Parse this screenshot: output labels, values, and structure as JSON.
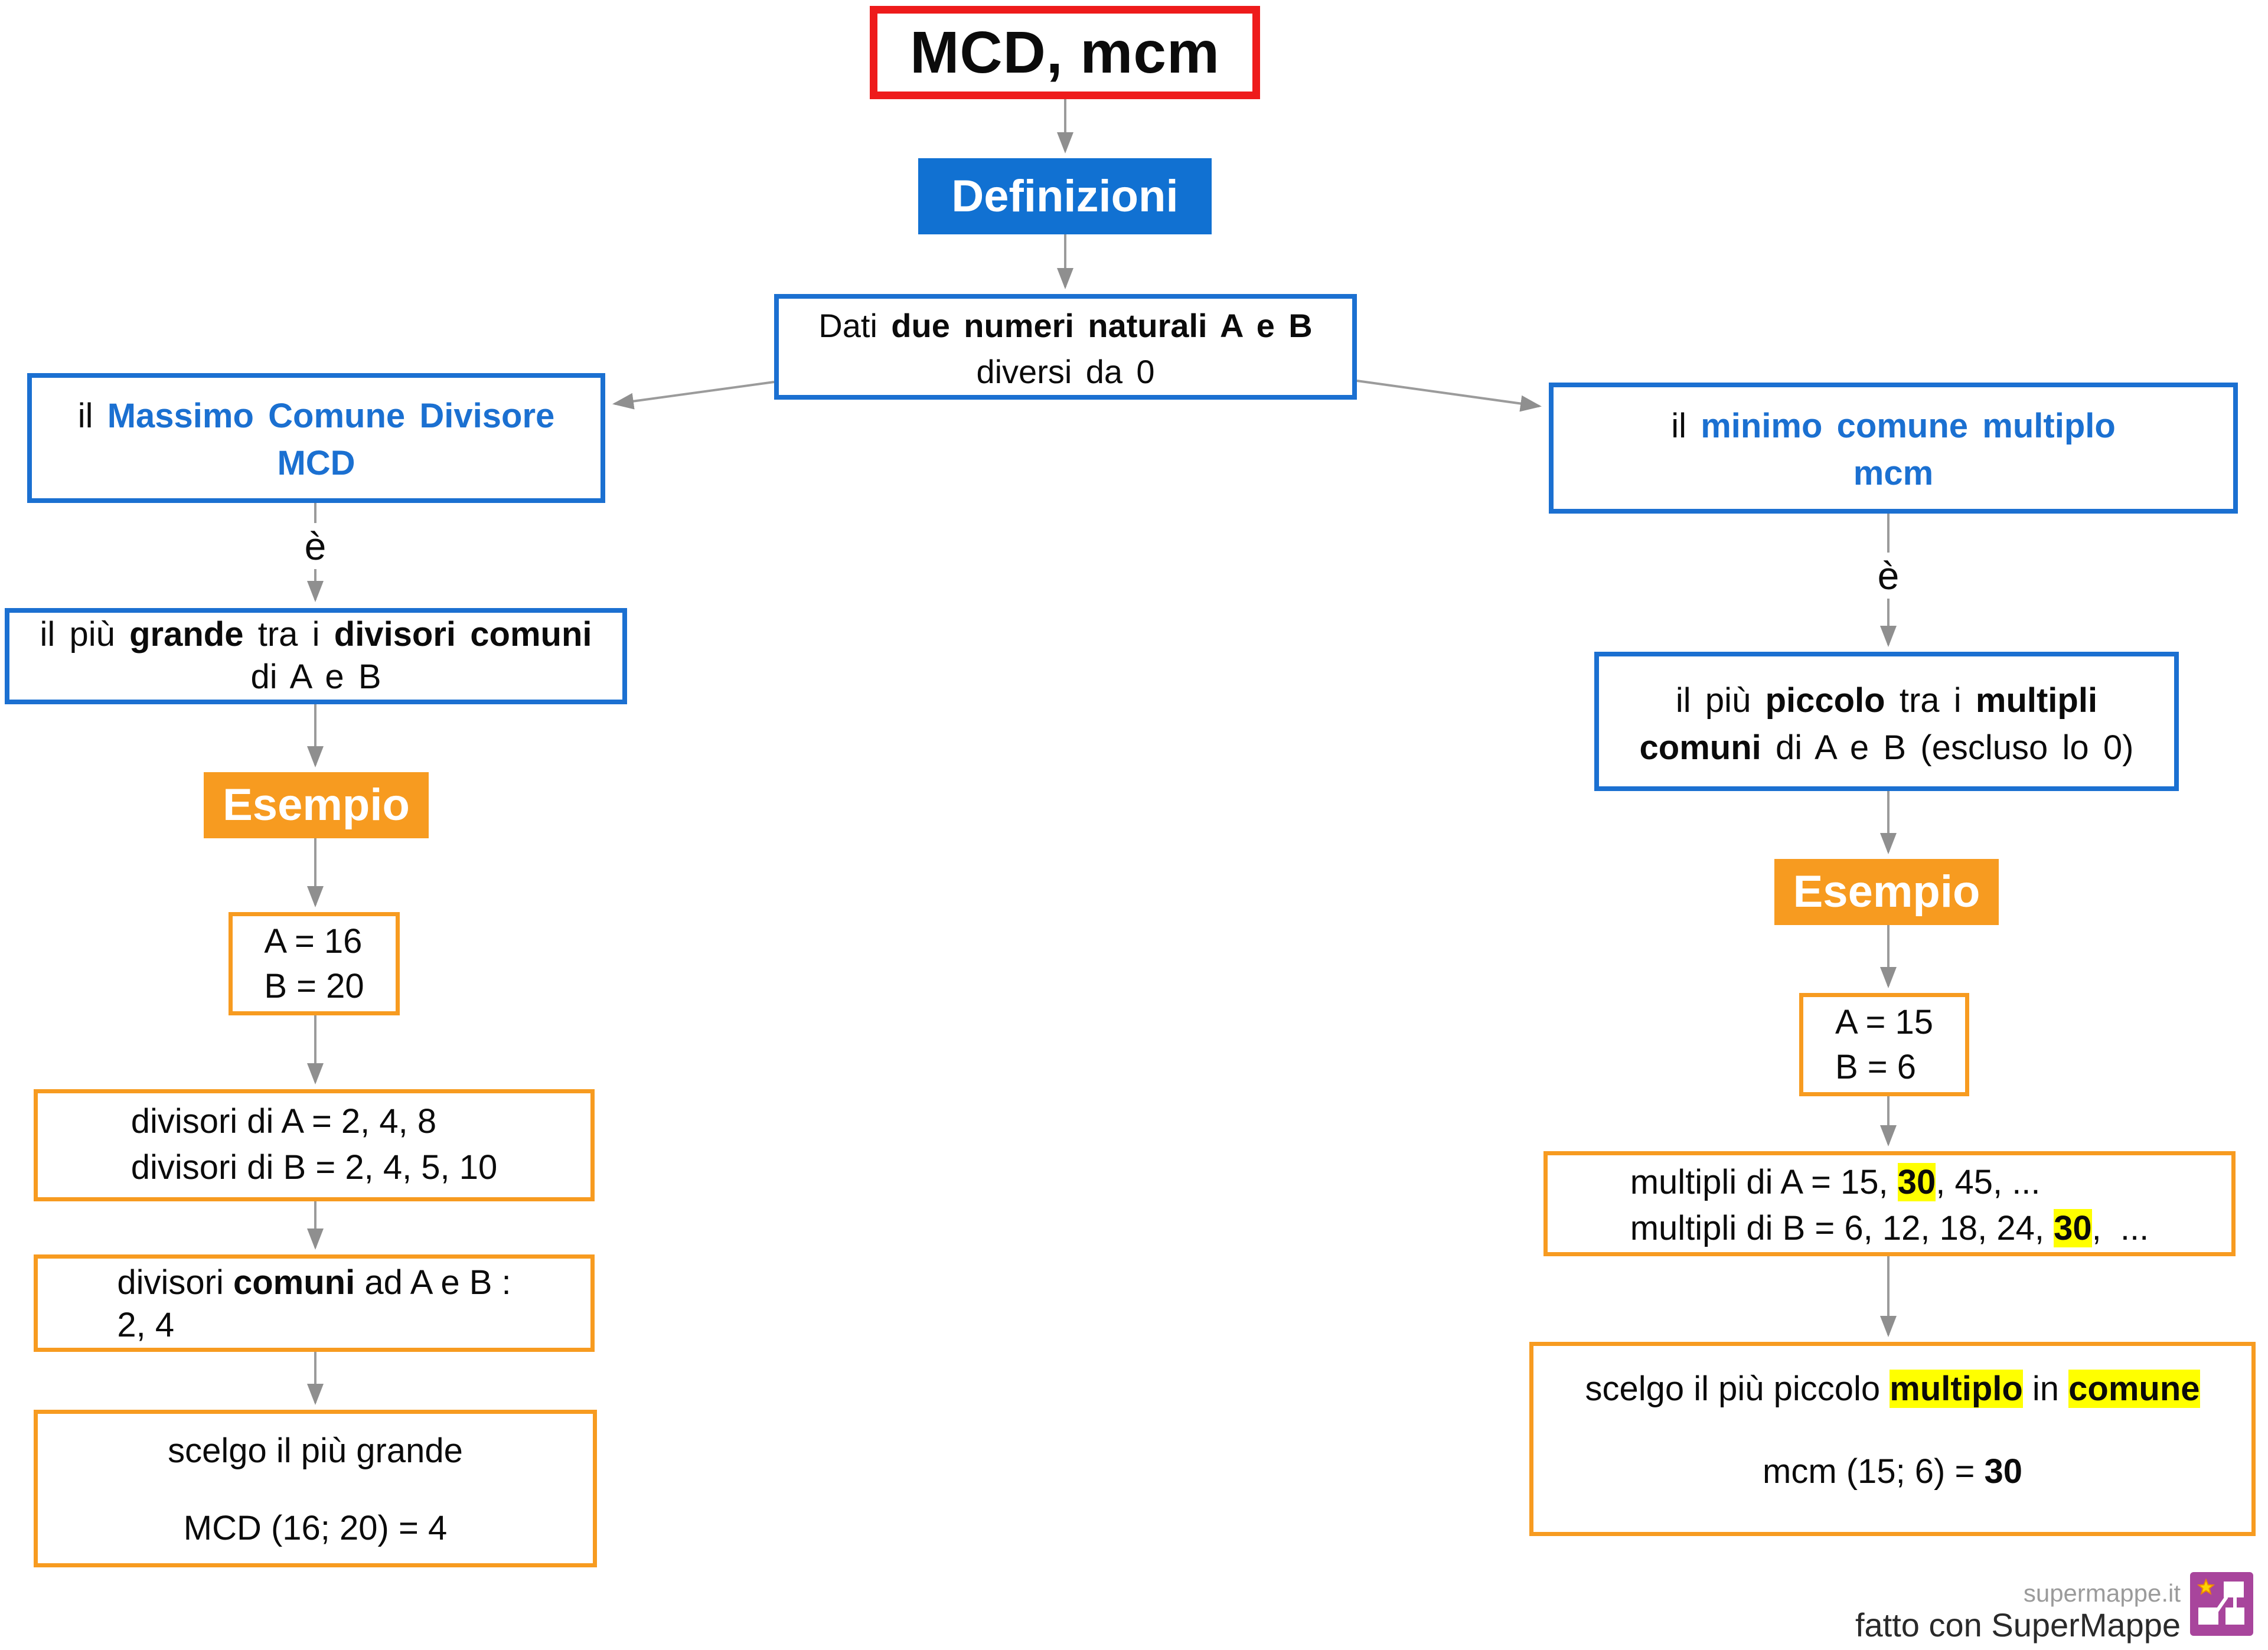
{
  "colors": {
    "red": "#ee1b1b",
    "blue": "#1b70d1",
    "blue_fill": "#1171d2",
    "orange": "#f79b20",
    "yellow": "#ffff00",
    "arrow": "#9b9b9b",
    "arrow_head": "#8f8f8f",
    "purple": "#a8459c",
    "footer_gray": "#9b9b9b",
    "footer_dark": "#2a2a2a",
    "ink": "#0b0b0b"
  },
  "title": "MCD, mcm",
  "definitions_badge": "Definizioni",
  "root_statement": {
    "line1": [
      {
        "t": "Dati "
      },
      {
        "t": "due numeri naturali A e B",
        "b": true
      }
    ],
    "line2": "diversi da 0"
  },
  "left_branch": {
    "concept": {
      "line1": [
        {
          "t": "il "
        },
        {
          "t": "Massimo Comune Divisore",
          "b": true,
          "c": "blue"
        }
      ],
      "line2": [
        {
          "t": "MCD",
          "b": true,
          "c": "blue"
        }
      ]
    },
    "connector_label": "è",
    "definition": {
      "line1": [
        {
          "t": "il più "
        },
        {
          "t": "grande",
          "b": true
        },
        {
          "t": " tra i "
        },
        {
          "t": "divisori comuni",
          "b": true
        }
      ],
      "line2": "di A e B"
    },
    "example_label": "Esempio",
    "values": {
      "line1": "A = 16",
      "line2": "B = 20"
    },
    "divisors": {
      "line1": "divisori di A = 2, 4, 8",
      "line2": "divisori di B = 2, 4, 5, 10"
    },
    "common_divisors": {
      "line1": [
        {
          "t": "divisori "
        },
        {
          "t": "comuni",
          "b": true
        },
        {
          "t": " ad A e B :"
        }
      ],
      "line2": "2, 4"
    },
    "result": {
      "line1": "scelgo il più grande",
      "line2": "MCD (16; 20) = 4"
    }
  },
  "right_branch": {
    "concept": {
      "line1": [
        {
          "t": "il "
        },
        {
          "t": "minimo comune multiplo",
          "b": true,
          "c": "blue"
        }
      ],
      "line2": [
        {
          "t": "mcm",
          "b": true,
          "c": "blue"
        }
      ]
    },
    "connector_label": "è",
    "definition": {
      "line1": [
        {
          "t": "il più "
        },
        {
          "t": "piccolo",
          "b": true
        },
        {
          "t": " tra i "
        },
        {
          "t": "multipli",
          "b": true
        }
      ],
      "line2": [
        {
          "t": "comuni",
          "b": true
        },
        {
          "t": " di A e B (escluso lo 0)"
        }
      ]
    },
    "example_label": "Esempio",
    "values": {
      "line1": "A = 15",
      "line2": "B = 6"
    },
    "multiples": {
      "line1": [
        {
          "t": "multipli di A = 15, "
        },
        {
          "t": "30",
          "b": true,
          "hl": true
        },
        {
          "t": ", 45, ..."
        }
      ],
      "line2": [
        {
          "t": "multipli di B = 6, 12, 18, 24, "
        },
        {
          "t": "30",
          "b": true,
          "hl": true
        },
        {
          "t": ",  ..."
        }
      ]
    },
    "result": {
      "line1": [
        {
          "t": "scelgo il più piccolo "
        },
        {
          "t": "multiplo",
          "b": true,
          "hl": true
        },
        {
          "t": " in "
        },
        {
          "t": "comune",
          "b": true,
          "hl": true
        }
      ],
      "line2": [
        {
          "t": "mcm (15; 6) = "
        },
        {
          "t": "30",
          "b": true
        }
      ]
    }
  },
  "footer": {
    "site": "supermappe.it",
    "credit": "fatto con SuperMappe"
  }
}
